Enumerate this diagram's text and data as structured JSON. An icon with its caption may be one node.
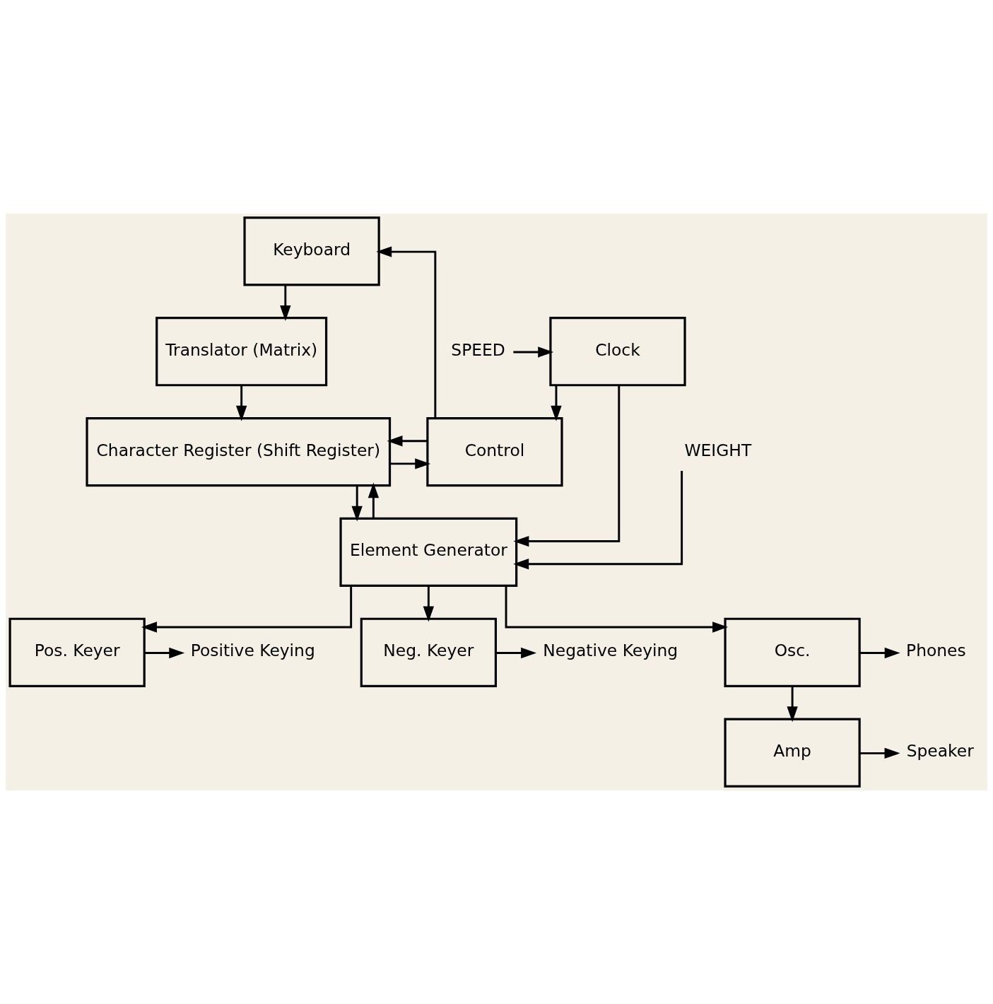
{
  "diagram": {
    "nodes": [
      {
        "text": [
          "Keyboard"
        ]
      },
      {
        "text": [
          "Translator (Matrix)"
        ]
      },
      {
        "text": [
          "Control"
        ]
      },
      {
        "text": [
          "Character Register (Shift Register)"
        ]
      },
      {
        "text": [
          "Element Generator"
        ]
      },
      {
        "text": [
          "Clock"
        ]
      },
      {
        "text": [
          "Pos. Keyer"
        ]
      },
      {
        "text": [
          "Neg. Keyer"
        ]
      },
      {
        "text": [
          "Osc."
        ]
      },
      {
        "text": [
          "Amp"
        ]
      },
      {
        "text": [
          "Positive Keying"
        ]
      },
      {
        "text": [
          "Negative Keying"
        ]
      },
      {
        "text": [
          "Phones"
        ]
      },
      {
        "text": [
          "Speaker"
        ]
      },
      {
        "text": [
          "WEIGHT"
        ]
      },
      {
        "text": [
          "SPEED"
        ]
      }
    ],
    "edges": [
      {
        "from": 2,
        "to": 0,
        "arrow": "to"
      },
      {
        "from": 0,
        "to": 1,
        "arrow": "to"
      },
      {
        "from": 1,
        "to": 3,
        "arrow": "to"
      },
      {
        "from": 2,
        "to": 3,
        "arrow": "to"
      },
      {
        "from": 3,
        "to": 2,
        "arrow": "to"
      },
      {
        "from": 3,
        "to": 4,
        "arrow": "to"
      },
      {
        "from": 4,
        "to": 3,
        "arrow": "to"
      },
      {
        "from": 4,
        "to": 6,
        "arrow": "to"
      },
      {
        "from": 4,
        "to": 7,
        "arrow": "to"
      },
      {
        "from": 4,
        "to": 8,
        "arrow": "to"
      },
      {
        "from": 6,
        "to": 10,
        "arrow": "to"
      },
      {
        "from": 7,
        "to": 11,
        "arrow": "to"
      },
      {
        "from": 8,
        "to": 12,
        "arrow": "to"
      },
      {
        "from": 8,
        "to": 9,
        "arrow": "to"
      },
      {
        "from": 9,
        "to": 13,
        "arrow": "to"
      },
      {
        "from": 5,
        "to": 4,
        "arrow": "to"
      },
      {
        "from": 5,
        "to": 2,
        "arrow": "to"
      },
      {
        "from": 14,
        "to": 4,
        "arrow": "to"
      },
      {
        "from": 15,
        "to": 5,
        "arrow": "to"
      }
    ]
  }
}
